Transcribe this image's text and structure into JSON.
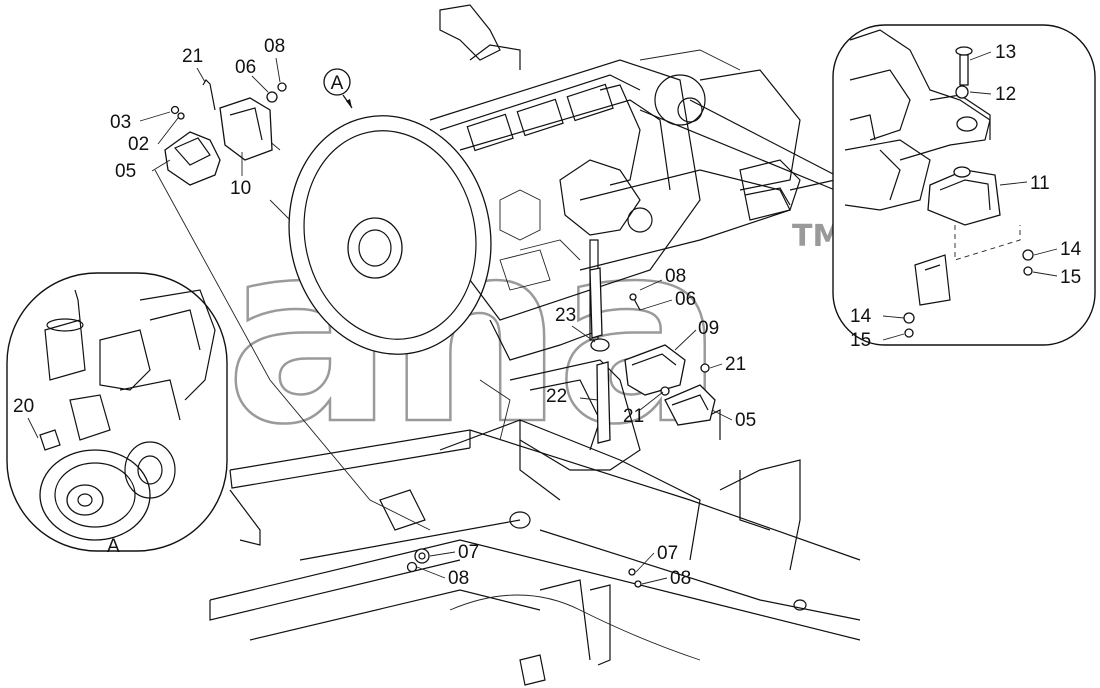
{
  "watermark": {
    "text": "ana",
    "tm": "TM",
    "color": "#9a9a9a"
  },
  "callout_letter": "A",
  "inset_caption": "A",
  "part_labels": [
    {
      "id": "21a",
      "text": "21"
    },
    {
      "id": "08a",
      "text": "08"
    },
    {
      "id": "06a",
      "text": "06"
    },
    {
      "id": "03",
      "text": "03"
    },
    {
      "id": "02",
      "text": "02"
    },
    {
      "id": "05a",
      "text": "05"
    },
    {
      "id": "10",
      "text": "10"
    },
    {
      "id": "13",
      "text": "13"
    },
    {
      "id": "12",
      "text": "12"
    },
    {
      "id": "11",
      "text": "11"
    },
    {
      "id": "14a",
      "text": "14"
    },
    {
      "id": "15a",
      "text": "15"
    },
    {
      "id": "14b",
      "text": "14"
    },
    {
      "id": "15b",
      "text": "15"
    },
    {
      "id": "08b",
      "text": "08"
    },
    {
      "id": "06b",
      "text": "06"
    },
    {
      "id": "23",
      "text": "23"
    },
    {
      "id": "09",
      "text": "09"
    },
    {
      "id": "21b",
      "text": "21"
    },
    {
      "id": "22",
      "text": "22"
    },
    {
      "id": "21c",
      "text": "21"
    },
    {
      "id": "05b",
      "text": "05"
    },
    {
      "id": "20",
      "text": "20"
    },
    {
      "id": "07a",
      "text": "07"
    },
    {
      "id": "08c",
      "text": "08"
    },
    {
      "id": "07b",
      "text": "07"
    },
    {
      "id": "08d",
      "text": "08"
    }
  ]
}
